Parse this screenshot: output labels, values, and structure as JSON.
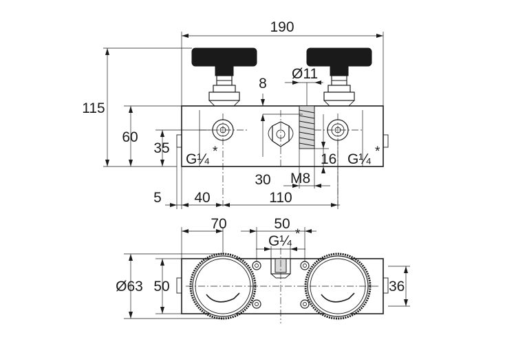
{
  "labels": {
    "overall_width": "190",
    "knob_bore": "Ø11",
    "depth_8": "8",
    "overall_height": "115",
    "body_height": "60",
    "port_height": "35",
    "port_left": "G¼",
    "port_right": "G¼",
    "asterisk": "*",
    "bore_depth": "16",
    "offset_30": "30",
    "thread": "M8",
    "offset_5": "5",
    "offset_40": "40",
    "offset_110": "110",
    "top_70": "70",
    "top_50": "50",
    "top_port": "G¼",
    "knob_diameter": "Ø63",
    "body_depth": "50",
    "side_36": "36"
  }
}
